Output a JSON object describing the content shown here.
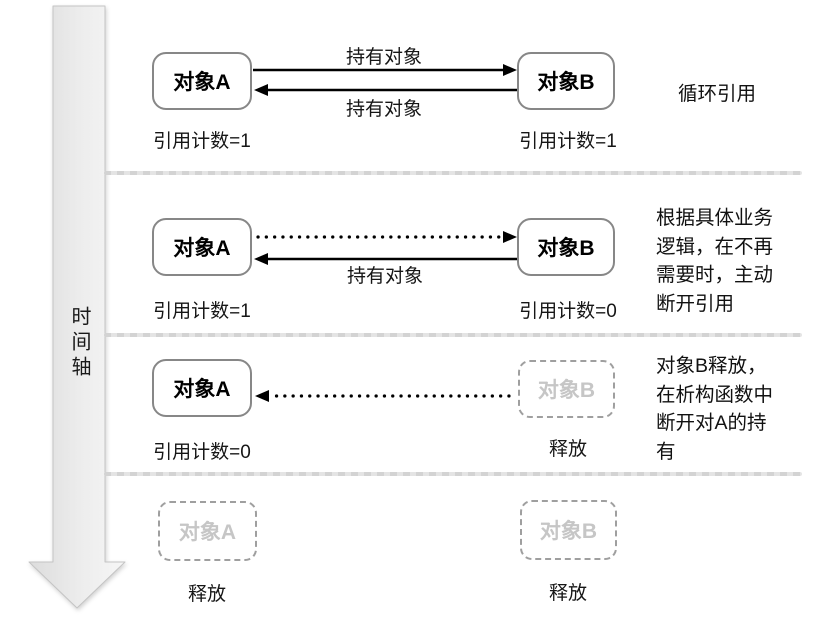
{
  "timeline": {
    "label": "时间轴"
  },
  "rows": [
    {
      "box_a": "对象A",
      "box_b": "对象B",
      "count_a": "引用计数=1",
      "count_b": "引用计数=1",
      "arrow_top_label": "持有对象",
      "arrow_bottom_label": "持有对象",
      "note": "循环引用"
    },
    {
      "box_a": "对象A",
      "box_b": "对象B",
      "count_a": "引用计数=1",
      "count_b": "引用计数=0",
      "arrow_bottom_label": "持有对象",
      "note": "根据具体业务\n逻辑，在不再\n需要时，主动\n断开引用"
    },
    {
      "box_a": "对象A",
      "box_b": "对象B",
      "count_a": "引用计数=0",
      "count_b": "释放",
      "note": "对象B释放，\n在析构函数中\n断开对A的持\n有"
    },
    {
      "box_a": "对象A",
      "box_b": "对象B",
      "count_a": "释放",
      "count_b": "释放"
    }
  ],
  "colors": {
    "arrow_line": "#000000",
    "box_border": "#878787",
    "ghost_border": "#9f9f9f",
    "ghost_text": "#c6c6c6",
    "separator": "#d8d8d8",
    "timeline_fill_start": "#dcdcdc",
    "timeline_fill_end": "#f6f6f6"
  }
}
